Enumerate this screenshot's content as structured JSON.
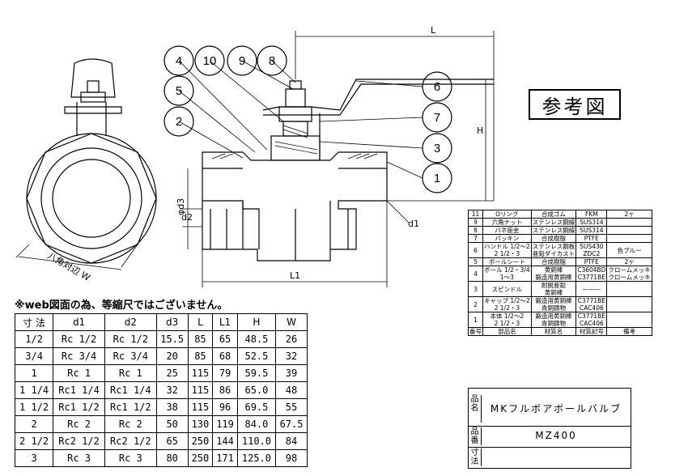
{
  "drawing": {
    "balloons": [
      "4",
      "10",
      "9",
      "8",
      "5",
      "2",
      "6",
      "7",
      "3",
      "1"
    ],
    "dim_labels": {
      "L": "L",
      "H": "H",
      "L1": "L1",
      "phi_d3": "φd3",
      "d2": "d2",
      "d1": "d1",
      "hex_w": "八角対辺 W"
    }
  },
  "reference_label": "参考図",
  "note": "※web図面の為、等縮尺ではございません。",
  "dimension_table": {
    "headers": [
      "寸 法",
      "d1",
      "d2",
      "d3",
      "L",
      "L1",
      "H",
      "W"
    ],
    "rows": [
      [
        "1/2",
        "Rc 1/2",
        "Rc 1/2",
        "15.5",
        "85",
        "65",
        "48.5",
        "26"
      ],
      [
        "3/4",
        "Rc 3/4",
        "Rc 3/4",
        "20",
        "85",
        "68",
        "52.5",
        "32"
      ],
      [
        "1",
        "Rc 1",
        "Rc 1",
        "25",
        "115",
        "79",
        "59.5",
        "39"
      ],
      [
        "1 1/4",
        "Rc1 1/4",
        "Rc1 1/4",
        "32",
        "115",
        "86",
        "65.0",
        "48"
      ],
      [
        "1 1/2",
        "Rc1 1/2",
        "Rc1 1/2",
        "38",
        "115",
        "96",
        "69.5",
        "55"
      ],
      [
        "2",
        "Rc 2",
        "Rc 2",
        "50",
        "130",
        "119",
        "84.0",
        "67.5"
      ],
      [
        "2 1/2",
        "Rc2 1/2",
        "Rc2 1/2",
        "65",
        "250",
        "144",
        "110.0",
        "84"
      ],
      [
        "3",
        "Rc 3",
        "Rc 3",
        "80",
        "250",
        "171",
        "125.0",
        "98"
      ]
    ]
  },
  "parts_table": {
    "rows": [
      [
        "11",
        "Oリング",
        "合成ゴム",
        "FKM",
        "2ヶ"
      ],
      [
        "9",
        "六角ナット",
        "ステンレス鋼線",
        "SUS314",
        ""
      ],
      [
        "8",
        "バネ座金",
        "ステンレス鋼線",
        "SUS314",
        ""
      ],
      [
        "7",
        "パッキン",
        "合成樹脂",
        "PTFE",
        ""
      ],
      [
        "6",
        "ハンドル 1/2～2\n2 1/2・3",
        "ステンレス鋼板\n亜鉛ダイカスト",
        "SUS430\nZDC2",
        "色ブルー"
      ],
      [
        "5",
        "ボールシート",
        "合成樹脂",
        "PTFE",
        "2ヶ"
      ],
      [
        "4",
        "ボール 1/2・3/4\n1～3",
        "黄銅棒\n鍛造用黄銅棒",
        "C3604BD\nC3771BE",
        "クロームメッキ\nクロームメッキ"
      ],
      [
        "3",
        "スピンドル",
        "耐脱亜鉛\n黄銅棒",
        "———",
        ""
      ],
      [
        "2",
        "キャップ 1/2～2\n2 1/2・3",
        "鍛造用黄銅棒\n青銅鋳物",
        "C3771BE\nCAC406",
        ""
      ],
      [
        "1",
        "本体 1/2～2\n2 1/2・3",
        "鍛造用黄銅棒\n青銅鋳物",
        "C3771BE\nCAC406",
        ""
      ]
    ],
    "footer": [
      "番号",
      "部品名",
      "材質名",
      "材質記号",
      "備考"
    ]
  },
  "title_block": {
    "name_label": "品名",
    "name_value": "MKフルボアボールバルブ",
    "code_label": "品番",
    "code_value": "MZ400",
    "size_label": "寸法"
  }
}
